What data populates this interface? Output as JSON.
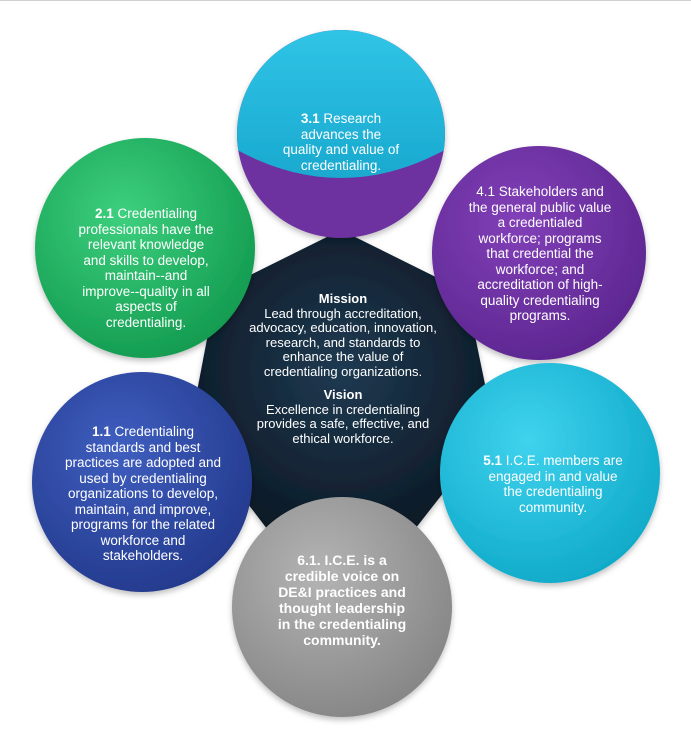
{
  "colors": {
    "center_hex": "#10202e",
    "circle_research_top": "#2bbde0",
    "circle_research_bottom": "#6e30a0",
    "circle_stakeholders": "#6e30a0",
    "circle_professionals": "#20b563",
    "circle_members": "#18c3e0",
    "circle_standards": "#2f4ba6",
    "circle_voice": "#9a9a9a"
  },
  "center": {
    "mission_heading": "Mission",
    "mission_text": "Lead through accreditation, advocacy, education, innovation, research, and standards to enhance the value of credentialing organizations.",
    "vision_heading": "Vision",
    "vision_text": "Excellence in credentialing provides a safe, effective, and ethical workforce."
  },
  "goals": {
    "research": {
      "number": "3.1",
      "text": " Research advances the quality and value of credentialing."
    },
    "stakeholders": {
      "text": "4.1 Stakeholders and the general public value a credentialed workforce; programs that credential the workforce; and accreditation of high-quality credentialing programs."
    },
    "professionals": {
      "number": "2.1",
      "text": " Credentialing professionals have the relevant knowledge and skills to develop, maintain--and improve--quality in all aspects of credentialing."
    },
    "members": {
      "number": "5.1",
      "text": " I.C.E. members are engaged in and value the credentialing community."
    },
    "standards": {
      "number": "1.1",
      "text": " Credentialing standards and best practices are adopted and used by credentialing organizations to develop, maintain, and improve, programs for the related workforce and stakeholders."
    },
    "voice": {
      "text": "6.1. I.C.E. is a credible voice on DE&I practices and thought leadership in the credentialing community."
    }
  }
}
